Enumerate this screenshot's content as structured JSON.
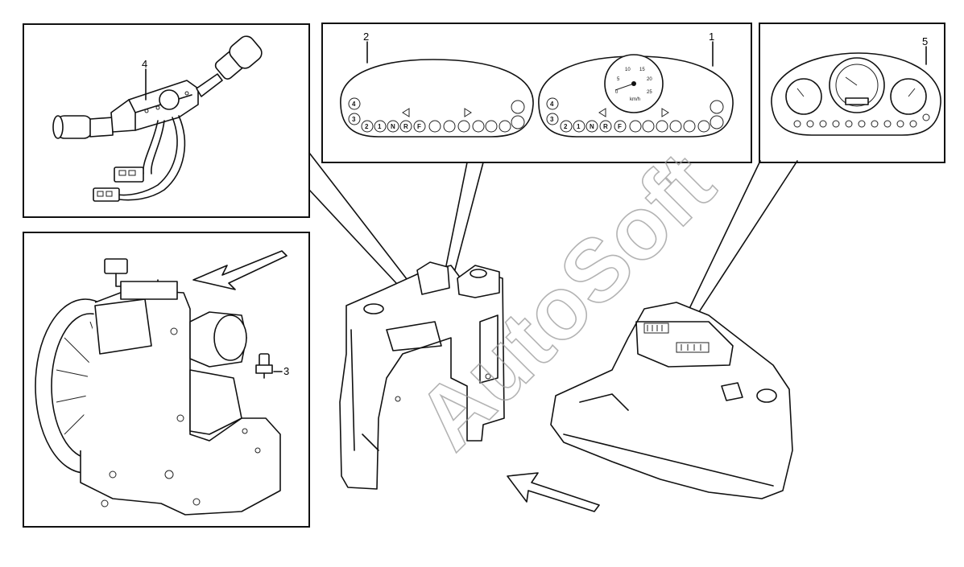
{
  "callouts": {
    "c1": "1",
    "c2": "2",
    "c3": "3",
    "c4": "4",
    "c5": "5"
  },
  "watermark": "AutoSoft",
  "speedometer": {
    "unit": "km/h",
    "ticks": [
      "0",
      "5",
      "10",
      "15",
      "20",
      "25"
    ]
  },
  "panel_indicators": {
    "left_side": [
      "4",
      "3"
    ],
    "panel2_row": [
      "2",
      "1",
      "N",
      "R",
      "F"
    ],
    "panel1_row": [
      "2",
      "1",
      "N",
      "R",
      "F"
    ]
  }
}
